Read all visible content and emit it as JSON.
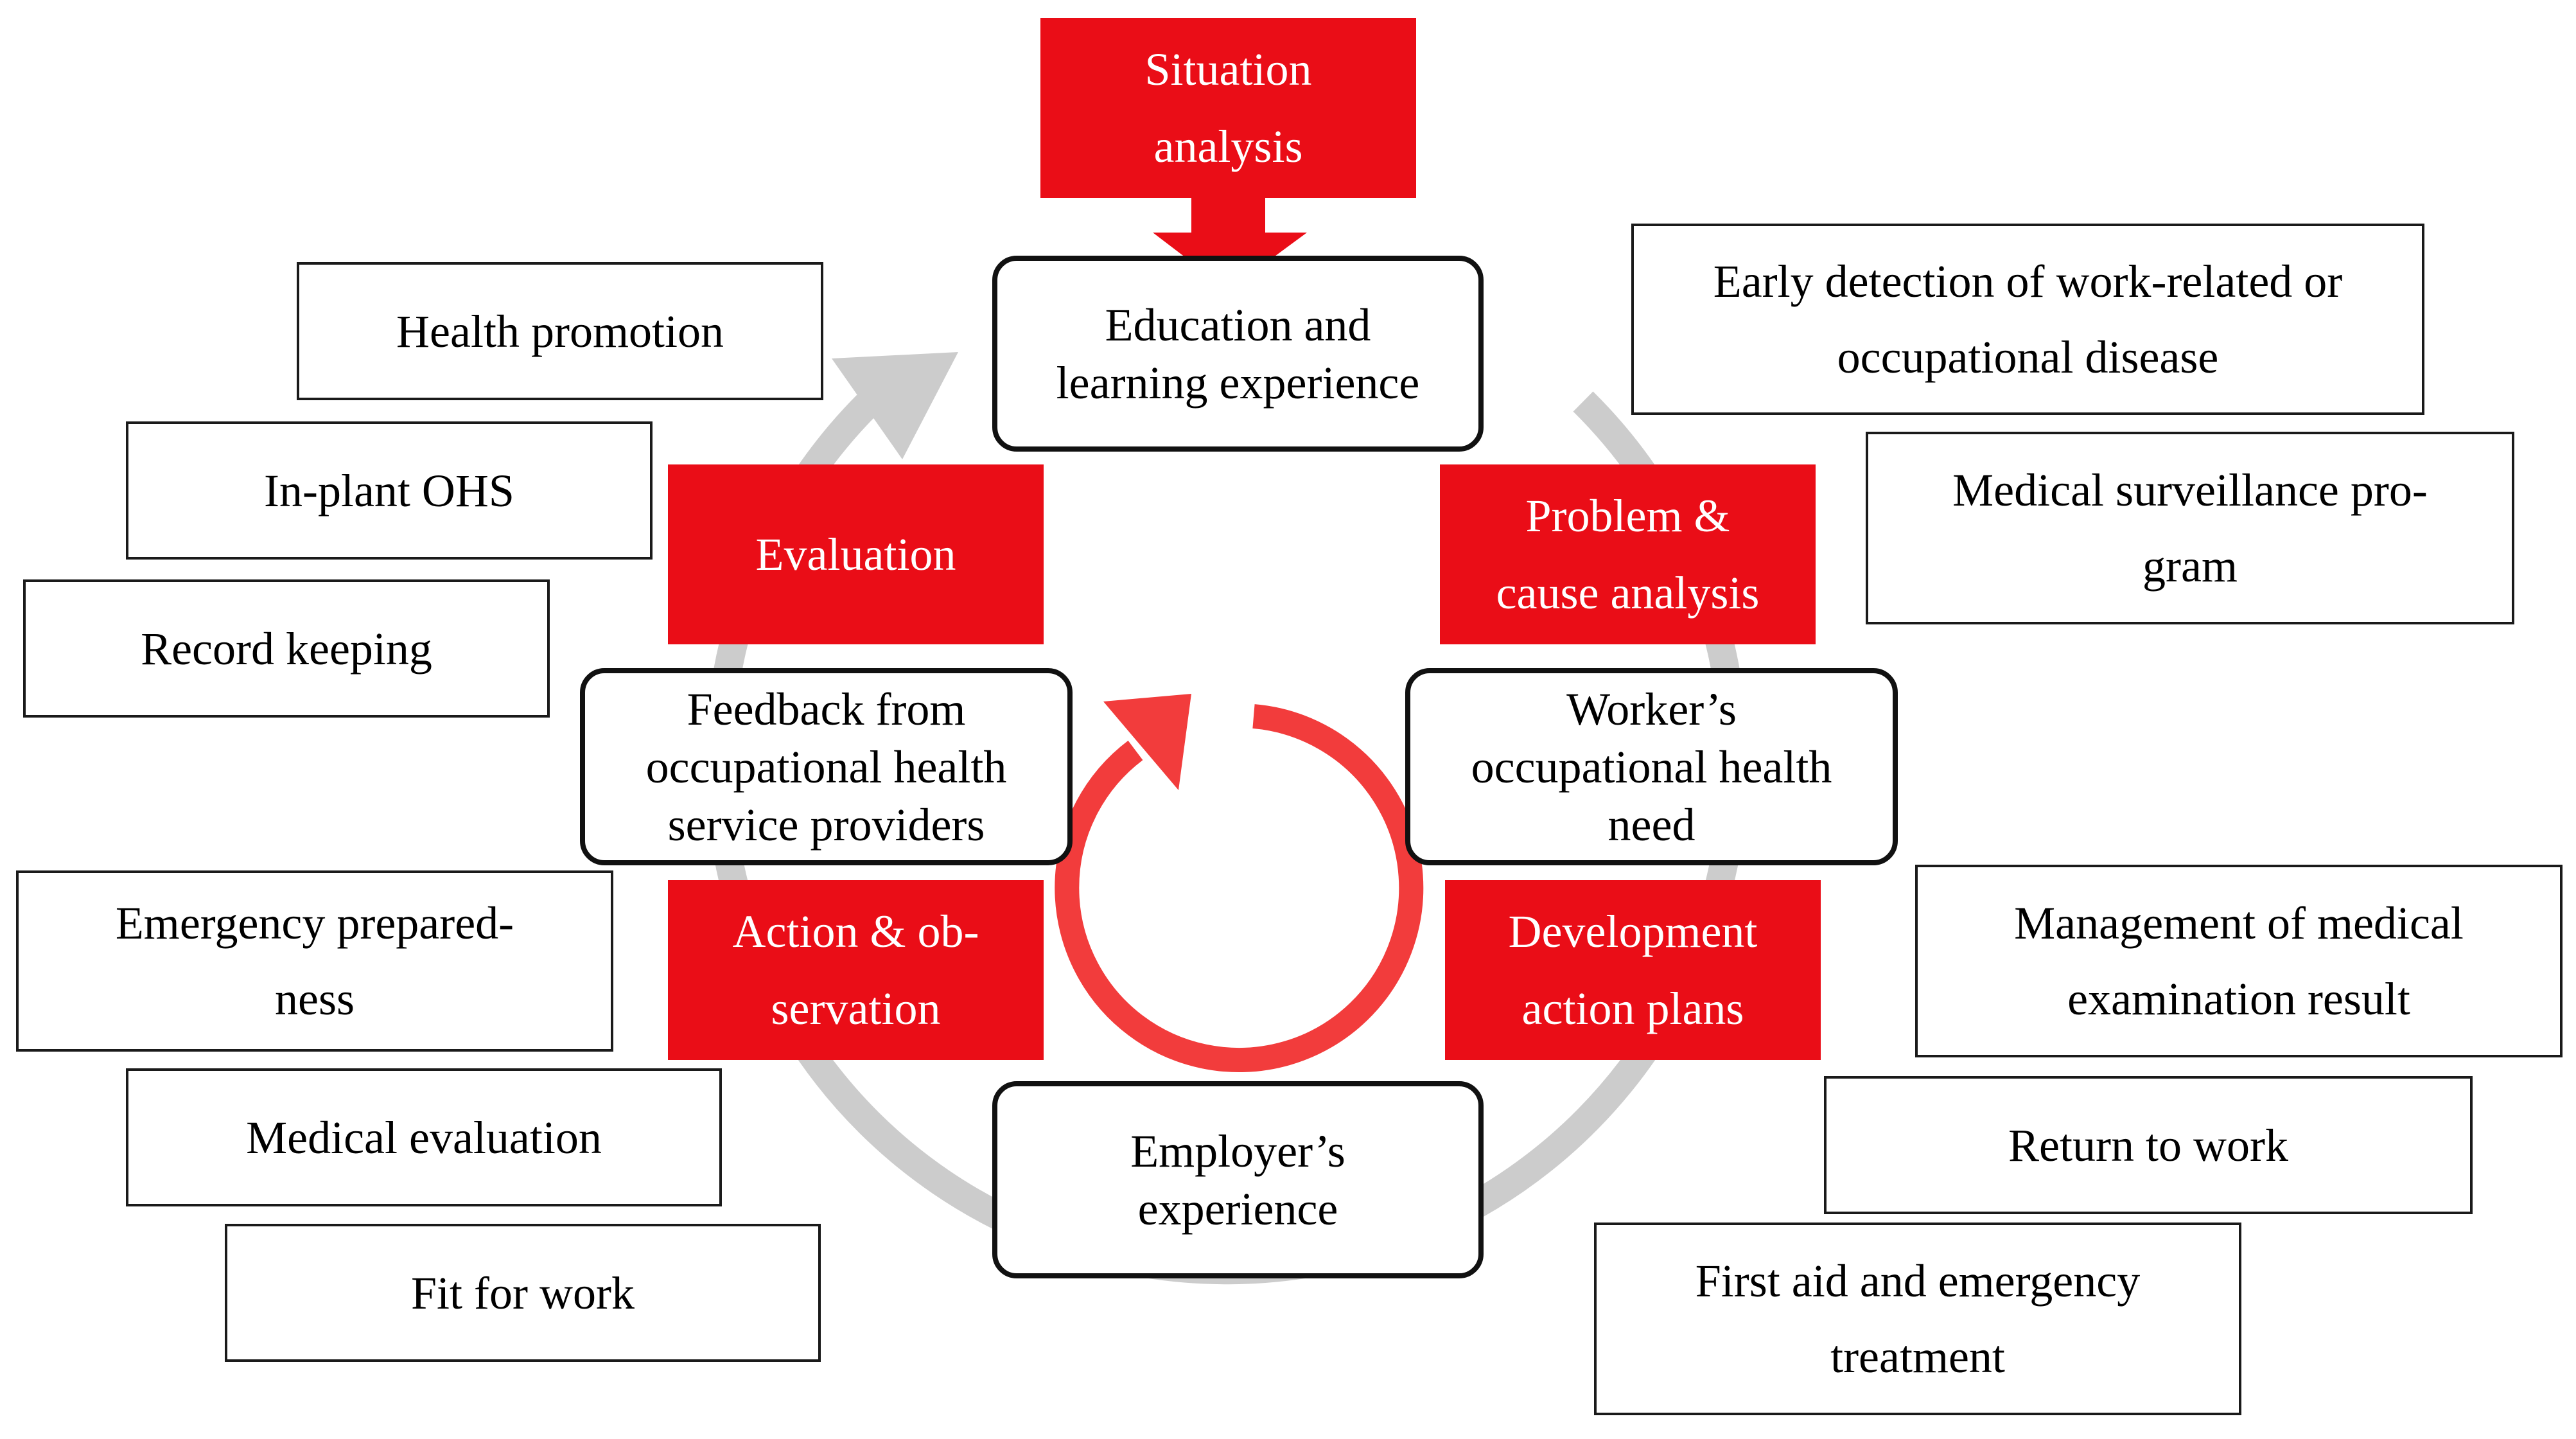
{
  "colors": {
    "accent_red": "#ea0d17",
    "cycle_gray": "#cccccc",
    "inner_cycle_red": "#f23c3c",
    "box_border": "#1a1a1a"
  },
  "situation": {
    "line1": "Situation",
    "line2": "analysis"
  },
  "core": {
    "top": {
      "line1": "Education and",
      "line2": "learning experience"
    },
    "left": {
      "line1": "Feedback from",
      "line2": "occupational health",
      "line3": "service providers"
    },
    "right": {
      "line1": "Worker’s",
      "line2": "occupational health",
      "line3": "need"
    },
    "bottom": {
      "line1": "Employer’s",
      "line2": "experience"
    }
  },
  "phases": {
    "evaluation": {
      "line1": "Evaluation"
    },
    "problem": {
      "line1": "Problem &",
      "line2": "cause analysis"
    },
    "action": {
      "line1": "Action & ob-",
      "line2": "servation"
    },
    "development": {
      "line1": "Development",
      "line2": "action plans"
    }
  },
  "left_activities": {
    "health_promotion": "Health promotion",
    "in_plant_ohs": "In-plant OHS",
    "record_keeping": "Record keeping",
    "emergency_line1": "Emergency prepared-",
    "emergency_line2": "ness",
    "medical_evaluation": "Medical evaluation",
    "fit_for_work": "Fit for work"
  },
  "right_activities": {
    "early_line1": "Early detection of work-related or",
    "early_line2": "occupational disease",
    "surveillance_line1": "Medical surveillance pro-",
    "surveillance_line2": "gram",
    "management_line1": "Management of medical",
    "management_line2": "examination result",
    "return_to_work": "Return to work",
    "first_aid_line1": "First aid and emergency",
    "first_aid_line2": "treatment"
  }
}
